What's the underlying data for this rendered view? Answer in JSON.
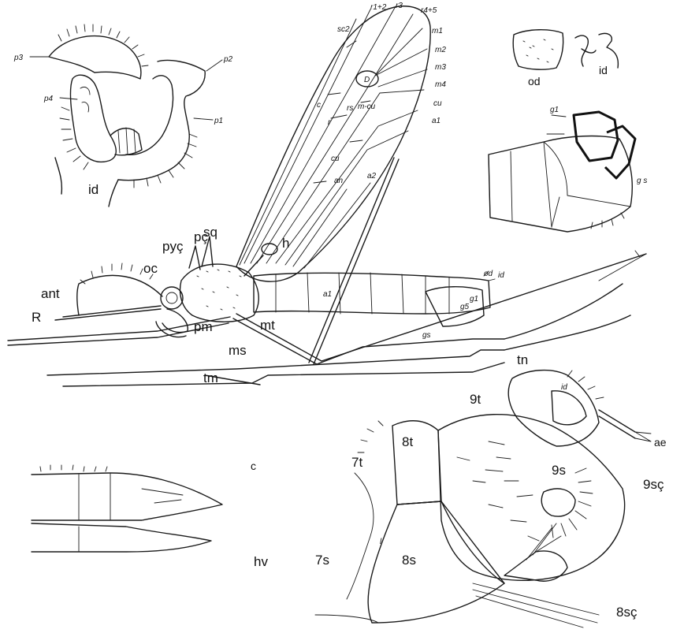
{
  "figure": {
    "panels": {
      "top_left": {
        "labels": {
          "p3": "p3",
          "p2": "p2",
          "p1": "p1",
          "p4": "p4",
          "id": "id"
        }
      },
      "wing": {
        "labels": {
          "sc2": "sc2",
          "r12": "r1+2",
          "r3": "r3",
          "r45": "r4+5",
          "m1": "m1",
          "m2": "m2",
          "m3": "m3",
          "m4": "m4",
          "cu": "cu",
          "a1": "a1",
          "c": "c",
          "rs": "rs",
          "r": "r",
          "mcu": "m-cu",
          "cu2": "cu",
          "an": "an",
          "a2": "a2",
          "d": "D"
        }
      },
      "top_right": {
        "labels": {
          "od": "od",
          "id": "id"
        }
      },
      "mid_right": {
        "labels": {
          "g1": "g1",
          "gs": "g s"
        }
      },
      "body": {
        "labels": {
          "sq": "sq",
          "pyc": "pyç",
          "pc": "pç",
          "h": "h",
          "oc": "oc",
          "ant": "ant",
          "r": "R",
          "pm": "pm",
          "mt": "mt",
          "ms": "ms",
          "tm": "tm",
          "tn": "tn",
          "at": "a1",
          "od": "od",
          "id": "id",
          "g1": "g1",
          "g5": "g5",
          "gs": "gs"
        }
      },
      "bottom_left": {
        "labels": {
          "c": "c",
          "hv": "hv"
        }
      },
      "bottom_right": {
        "labels": {
          "id": "id",
          "ae": "ae",
          "t9": "9t",
          "t8": "8t",
          "t7": "7t",
          "s9": "9s",
          "sc9": "9sç",
          "s7": "7s",
          "s8": "8s",
          "sc8": "8sç",
          "l": "l"
        }
      }
    }
  }
}
